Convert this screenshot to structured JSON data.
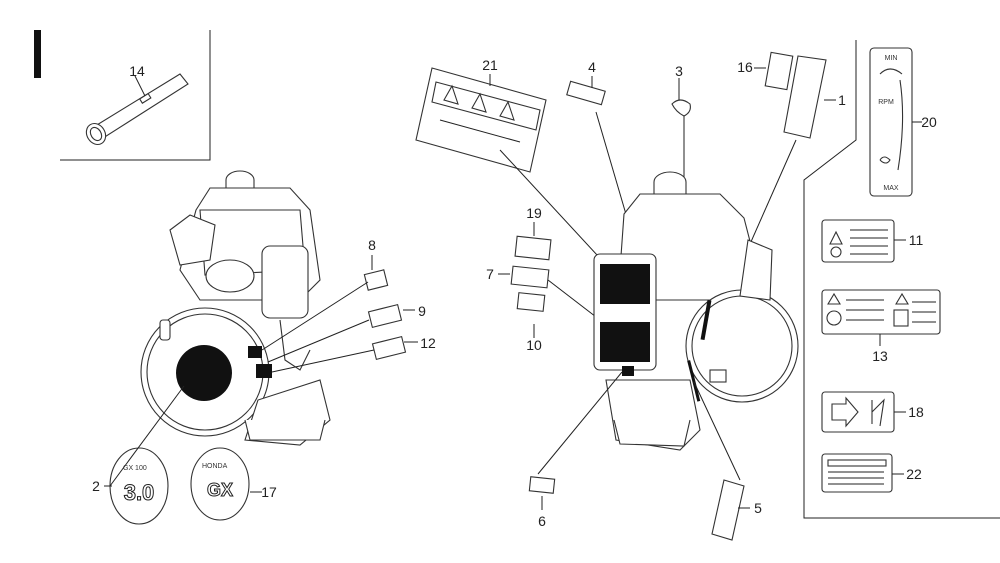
{
  "callouts": [
    {
      "id": "n1",
      "label": "1"
    },
    {
      "id": "n2",
      "label": "2"
    },
    {
      "id": "n3",
      "label": "3"
    },
    {
      "id": "n4",
      "label": "4"
    },
    {
      "id": "n5",
      "label": "5"
    },
    {
      "id": "n6",
      "label": "6"
    },
    {
      "id": "n7",
      "label": "7"
    },
    {
      "id": "n8",
      "label": "8"
    },
    {
      "id": "n9",
      "label": "9"
    },
    {
      "id": "n10",
      "label": "10"
    },
    {
      "id": "n11",
      "label": "11"
    },
    {
      "id": "n12",
      "label": "12"
    },
    {
      "id": "n13",
      "label": "13"
    },
    {
      "id": "n14",
      "label": "14"
    },
    {
      "id": "n16",
      "label": "16"
    },
    {
      "id": "n17",
      "label": "17"
    },
    {
      "id": "n18",
      "label": "18"
    },
    {
      "id": "n19",
      "label": "19"
    },
    {
      "id": "n20",
      "label": "20"
    },
    {
      "id": "n21",
      "label": "21"
    },
    {
      "id": "n22",
      "label": "22"
    }
  ],
  "decals": {
    "throttle_min": "MIN",
    "throttle_max": "MAX",
    "throttle_rpm": "RPM",
    "emblem_power": "3.0",
    "emblem_gx": "GX"
  }
}
